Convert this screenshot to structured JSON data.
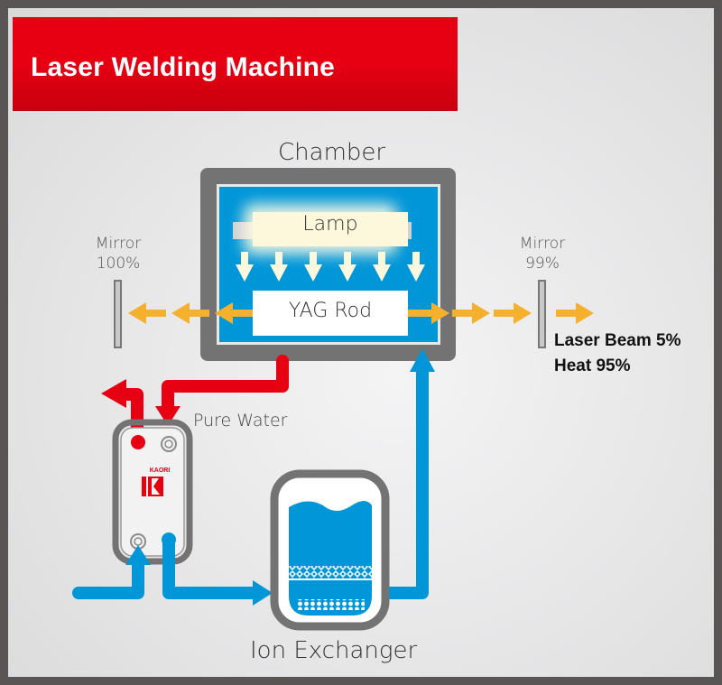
{
  "title": "Laser Welding Machine",
  "colors": {
    "frame": "#595555",
    "banner_red": "#e60012",
    "water_blue": "#0096d8",
    "hot_red": "#e60012",
    "laser_orange": "#f5b12d",
    "chamber_grey": "#747373"
  },
  "components": {
    "chamber": "Chamber",
    "lamp": "Lamp",
    "yag_rod": "YAG Rod",
    "mirror_left": {
      "name": "Mirror",
      "reflectivity": "100%"
    },
    "mirror_right": {
      "name": "Mirror",
      "reflectivity": "99%"
    },
    "heat_exchanger_brand": "KAORI",
    "pure_water": "Pure Water",
    "ion_exchanger": "Ion Exchanger"
  },
  "output": {
    "laser_beam": "Laser Beam 5%",
    "heat": "Heat 95%"
  },
  "icons": {
    "lamp_rays": "down-arrow-icon",
    "beam": "right-arrow-icon",
    "flow": "pipe-arrow-icon",
    "brand_logo": "kaori-k-logo-icon"
  }
}
